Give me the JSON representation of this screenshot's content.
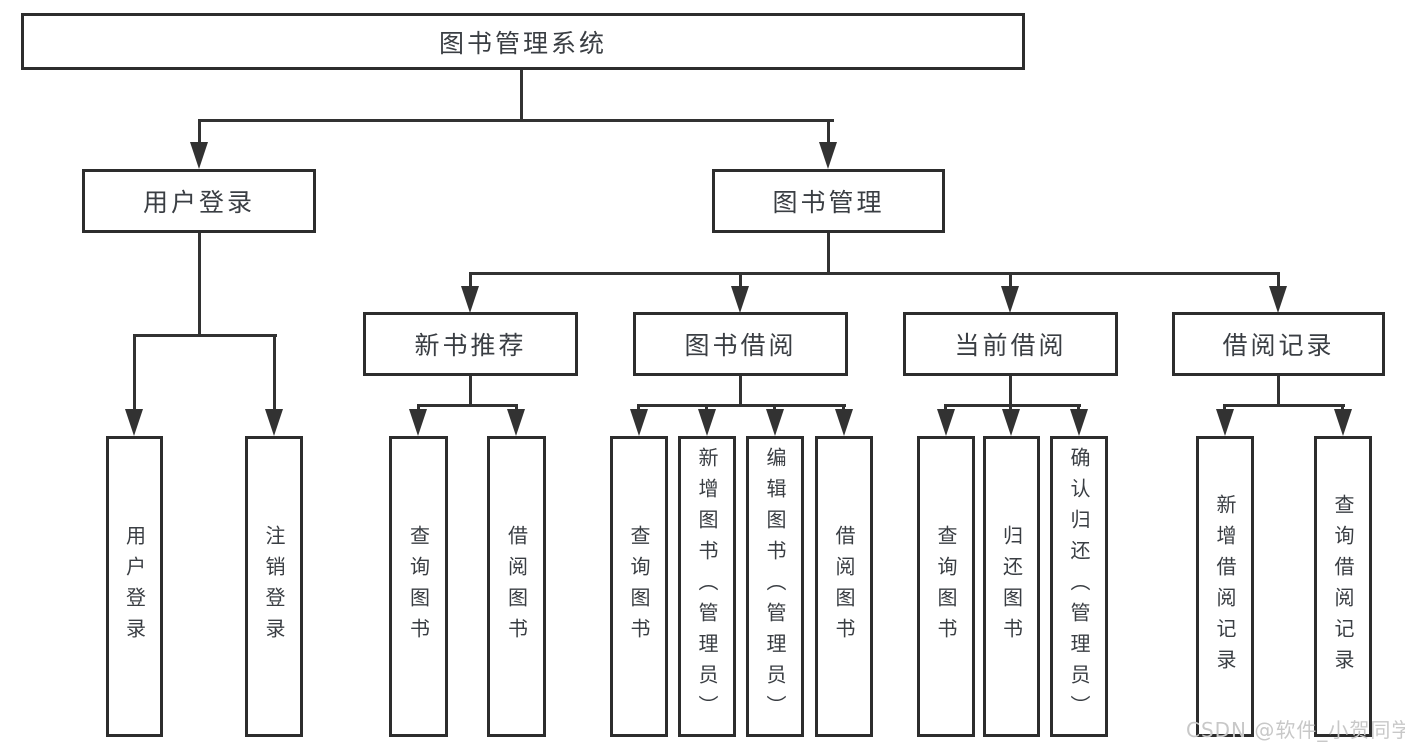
{
  "diagram": {
    "root": {
      "label": "图书管理系统"
    },
    "level2": [
      {
        "label": "用户登录"
      },
      {
        "label": "图书管理"
      }
    ],
    "level3": [
      {
        "label": "新书推荐"
      },
      {
        "label": "图书借阅"
      },
      {
        "label": "当前借阅"
      },
      {
        "label": "借阅记录"
      }
    ],
    "leaves": [
      {
        "label": "用户登录"
      },
      {
        "label": "注销登录"
      },
      {
        "label": "查询图书"
      },
      {
        "label": "借阅图书"
      },
      {
        "label": "查询图书"
      },
      {
        "label": "新增图书（管理员）"
      },
      {
        "label": "编辑图书（管理员）"
      },
      {
        "label": "借阅图书"
      },
      {
        "label": "查询图书"
      },
      {
        "label": "归还图书"
      },
      {
        "label": "确认归还（管理员）"
      },
      {
        "label": "新增借阅记录"
      },
      {
        "label": "查询借阅记录"
      }
    ],
    "watermark": {
      "text": "CSDN @软件_小贺同学"
    },
    "colors": {
      "line": "#323232",
      "border": "#2d2d2d",
      "text": "#3a3e43",
      "watermark": "#c8c8c8",
      "background": "#ffffff"
    }
  }
}
